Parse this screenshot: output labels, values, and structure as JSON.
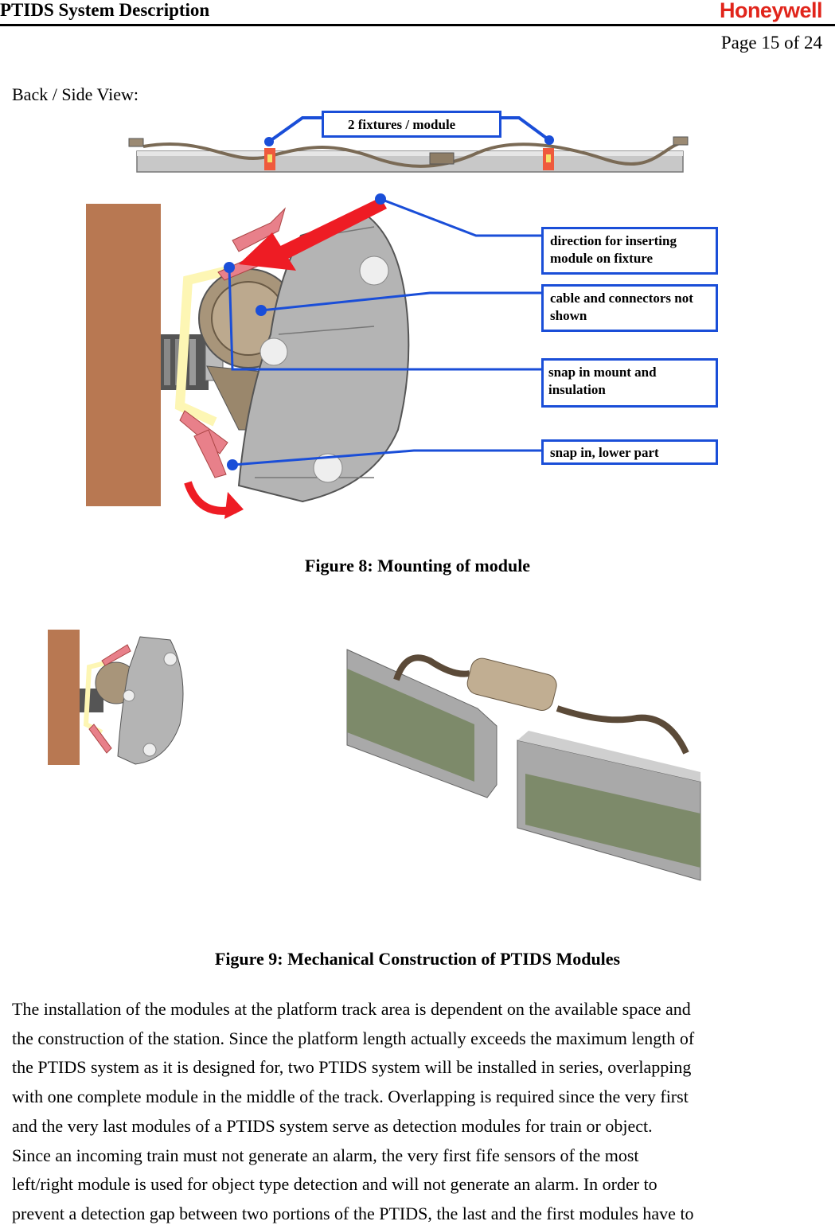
{
  "header": {
    "doc_title": "PTIDS System Description",
    "brand": "Honeywell",
    "page_number": "Page 15 of 24"
  },
  "section_label": "Back / Side View:",
  "figure8": {
    "top_callout": "2 fixtures / module",
    "callouts": [
      "direction for inserting module on fixture",
      "cable and connectors not shown",
      "snap in mount and insulation",
      "snap in, lower part"
    ],
    "caption": "Figure 8: Mounting of module"
  },
  "figure9": {
    "caption": "Figure 9: Mechanical Construction of PTIDS Modules"
  },
  "body_lines": [
    "The installation of the modules at the platform track area is dependent on the available space and",
    "the construction of the station. Since the platform length actually exceeds the maximum length of",
    "the PTIDS system as it is designed for, two PTIDS system will be installed in series, overlapping",
    "with one complete module in the middle of the track. Overlapping is required since the very first",
    "and the very last modules of a PTIDS system serve as detection modules for train or object.",
    "Since an incoming train must not generate an alarm, the very first fife sensors of the most",
    "left/right module is used for object type detection and will not generate an alarm. In order to",
    "prevent a detection gap between two portions of the PTIDS, the last and the first modules have to"
  ],
  "colors": {
    "brand_red": "#e1251b",
    "callout_blue": "#1a4ed8",
    "wall_brown": "#b87852",
    "arrow_red": "#ee1c24",
    "clip_pink": "#e8808a"
  },
  "icons": [
    "red-insert-arrow",
    "red-rotate-arrow"
  ]
}
